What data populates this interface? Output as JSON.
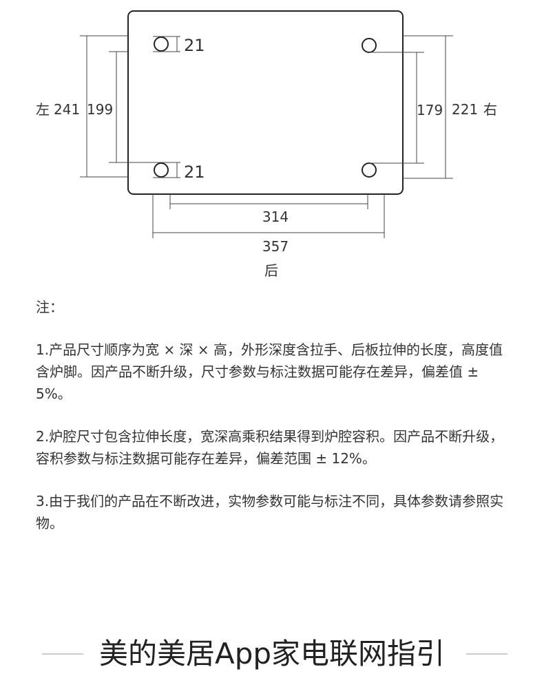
{
  "diagram": {
    "labels": {
      "top_left_foot": "21",
      "bottom_left_foot": "21",
      "left_outer": "241",
      "left_inner": "199",
      "left_side": "左",
      "right_inner": "179",
      "right_outer": "221",
      "right_side": "右",
      "bottom_inner": "314",
      "bottom_outer": "357",
      "back_side": "后"
    }
  },
  "notes": {
    "title": "注：",
    "items": [
      "1.产品尺寸顺序为宽 × 深 × 高，外形深度含拉手、后板拉伸的长度，高度值含炉脚。因产品不断升级，尺寸参数与标注数据可能存在差异，偏差值 ± 5%。",
      "2.炉腔尺寸包含拉伸长度，宽深高乘积结果得到炉腔容积。因产品不断升级，容积参数与标注数据可能存在差异，偏差范围 ± 12%。",
      "3.由于我们的产品在不断改进，实物参数可能与标注不同，具体参数请参照实物。"
    ]
  },
  "footer": {
    "heading": "美的美居App家电联网指引"
  }
}
